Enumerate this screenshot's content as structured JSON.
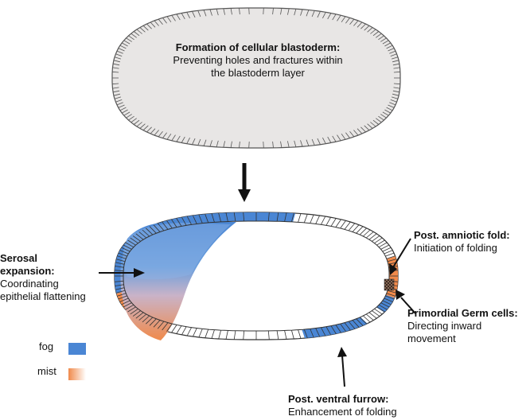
{
  "top_embryo": {
    "title": "Formation of cellular blastoderm:",
    "desc_line1": "Preventing holes and fractures within",
    "desc_line2": "the blastoderm layer"
  },
  "labels": {
    "serosal": {
      "title_line1": "Serosal",
      "title_line2": "expansion:",
      "desc_line1": "Coordinating",
      "desc_line2": "epithelial flattening"
    },
    "amniotic": {
      "title": "Post. amniotic fold:",
      "desc": "Initiation of folding"
    },
    "germ": {
      "title": "Primordial Germ cells:",
      "desc_line1": "Directing inward",
      "desc_line2": "movement"
    },
    "ventral": {
      "title": "Post. ventral furrow:",
      "desc": "Enhancement of folding"
    }
  },
  "legend": [
    {
      "label": "fog",
      "color": "#4a86d4"
    },
    {
      "label": "mist",
      "color": "#f08a4b"
    }
  ],
  "colors": {
    "fog": "#4a86d4",
    "mist": "#f08a4b",
    "embryo_fill": "#e8e6e5",
    "outline": "#333333"
  }
}
